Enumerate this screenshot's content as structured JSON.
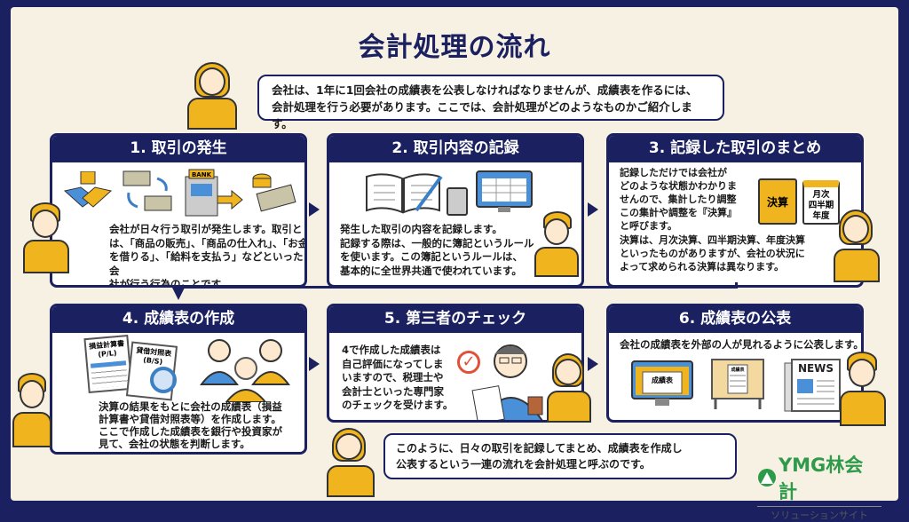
{
  "title": "会計処理の流れ",
  "intro": [
    "会社は、1年に1回会社の成績表を公表しなければなりませんが、成績表を作るには、",
    "会計処理を行う必要があります。ここでは、会計処理がどのようなものかご紹介します。"
  ],
  "panels": [
    {
      "title": "1. 取引の発生",
      "icon_label": "BANK",
      "text": [
        "会社が日々行う取引が発生します。取引と",
        "は、「商品の販売」、「商品の仕入れ」、「お金",
        "を借りる」、「給料を支払う」などといった会",
        "社が行う行為のことです。"
      ]
    },
    {
      "title": "2. 取引内容の記録",
      "text": [
        "発生した取引の内容を記録します。",
        "記録する際は、一般的に簿記というルール",
        "を使います。この簿記というルールは、",
        "基本的に全世界共通で使われています。"
      ]
    },
    {
      "title": "3. 記録した取引のまとめ",
      "folder_label": "決算",
      "calendar_lines": [
        "月次",
        "四半期",
        "年度"
      ],
      "text": [
        "記録しただけでは会社が",
        "どのような状態かわかりま",
        "せんので、集計したり調整",
        "この集計や調整を『決算』",
        "と呼びます。",
        "決算は、月次決算、四半期決算、年度決算",
        "といったものがありますが、会社の状況に",
        "よって求められる決算は異なります。"
      ]
    },
    {
      "title": "4. 成績表の作成",
      "doc1": [
        "損益計算書",
        "(P/L)"
      ],
      "doc2": [
        "貸借対照表",
        "(B/S)"
      ],
      "text": [
        "決算の結果をもとに会社の成績表（損益",
        "計算書や貸借対照表等）を作成します。",
        "ここで作成した成績表を銀行や投資家が",
        "見て、会社の状態を判断します。"
      ]
    },
    {
      "title": "5. 第三者のチェック",
      "text": [
        "4で作成した成績表は",
        "自己評価になってしま",
        "いますので、税理士や",
        "会計士といった専門家",
        "のチェックを受けます。"
      ]
    },
    {
      "title": "6. 成績表の公表",
      "text": [
        "会社の成績表を外部の人が見れるように公表します。"
      ],
      "monitor_label": "成績表",
      "board_label": "成績表",
      "news_label": "NEWS"
    }
  ],
  "conclusion": [
    "このように、日々の取引を記録してまとめ、成績表を作成し",
    "公表するという一連の流れを会計処理と呼ぶのです。"
  ],
  "logo": {
    "name": "YMG林会計",
    "subtitle": "ソリューションサイト"
  }
}
